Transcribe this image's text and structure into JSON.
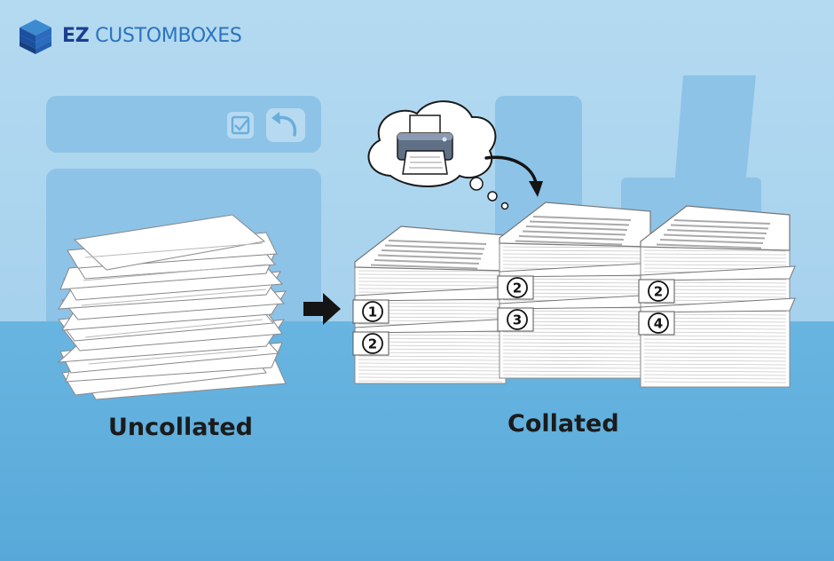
{
  "brand": {
    "bold_text": "EZ",
    "light_text": "CUSTOMBOXES",
    "icon": "stacked-boxes-logo-icon"
  },
  "captions": {
    "uncollated": "Uncollated",
    "collated": "Collated"
  },
  "collated_stacks": [
    {
      "tabs": [
        "1",
        "2"
      ]
    },
    {
      "tabs": [
        "2",
        "3"
      ]
    },
    {
      "tabs": [
        "2",
        "4"
      ]
    }
  ],
  "icons": {
    "printer": "printer-icon",
    "thought_bubble": "thought-bubble-icon",
    "arrow": "arrow-right-icon",
    "curved_arrow": "curved-arrow-icon",
    "checkbox": "checkbox-icon",
    "undo": "undo-icon"
  },
  "colors": {
    "sky": "#a9d3ee",
    "floor": "#5eaedd",
    "brand_dark": "#1d3f8f",
    "brand_light": "#2b74bd"
  }
}
